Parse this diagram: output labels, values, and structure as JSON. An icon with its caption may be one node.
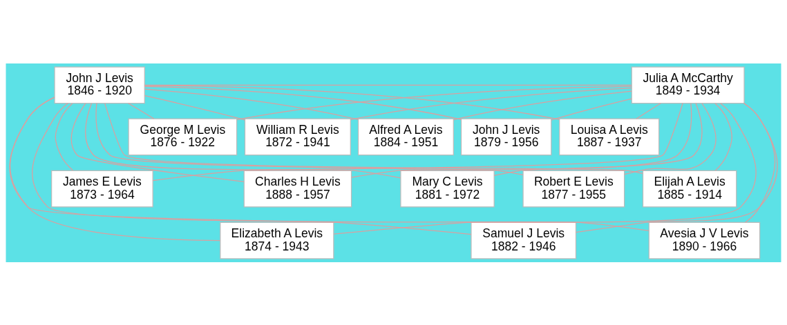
{
  "diagram": {
    "nodes": [
      {
        "text": [
          "John J Levis",
          "1846 - 1920"
        ]
      },
      {
        "text": [
          "Julia A McCarthy",
          "1849 - 1934"
        ]
      },
      {
        "text": [
          "William R Levis",
          "1872 - 1941"
        ]
      },
      {
        "text": [
          "James E Levis",
          "1873 - 1964"
        ]
      },
      {
        "text": [
          "Elizabeth A Levis",
          "1874 - 1943"
        ]
      },
      {
        "text": [
          "George M Levis",
          "1876 - 1922"
        ]
      },
      {
        "text": [
          "Robert E Levis",
          "1877 - 1955"
        ]
      },
      {
        "text": [
          "John J Levis",
          "1879 - 1956"
        ]
      },
      {
        "text": [
          "Mary C Levis",
          "1881 - 1972"
        ]
      },
      {
        "text": [
          "Samuel J Levis",
          "1882 - 1946"
        ]
      },
      {
        "text": [
          "Alfred A Levis",
          "1884 - 1951"
        ]
      },
      {
        "text": [
          "Elijah A Levis",
          "1885 - 1914"
        ]
      },
      {
        "text": [
          "Louisa A Levis",
          "1887 - 1937"
        ]
      },
      {
        "text": [
          "Charles H Levis",
          "1888 - 1957"
        ]
      },
      {
        "text": [
          "Avesia J V Levis",
          "1890 - 1966"
        ]
      }
    ],
    "edges": [
      {
        "from": 0,
        "to": 1,
        "arrow": "none"
      },
      {
        "from": 0,
        "to": 2,
        "arrow": "none"
      },
      {
        "from": 1,
        "to": 2,
        "arrow": "none"
      },
      {
        "from": 0,
        "to": 3,
        "arrow": "none"
      },
      {
        "from": 1,
        "to": 3,
        "arrow": "none"
      },
      {
        "from": 0,
        "to": 4,
        "arrow": "none"
      },
      {
        "from": 1,
        "to": 4,
        "arrow": "none"
      },
      {
        "from": 0,
        "to": 5,
        "arrow": "none"
      },
      {
        "from": 1,
        "to": 5,
        "arrow": "none"
      },
      {
        "from": 0,
        "to": 6,
        "arrow": "none"
      },
      {
        "from": 1,
        "to": 6,
        "arrow": "none"
      },
      {
        "from": 0,
        "to": 7,
        "arrow": "none"
      },
      {
        "from": 1,
        "to": 7,
        "arrow": "none"
      },
      {
        "from": 0,
        "to": 8,
        "arrow": "none"
      },
      {
        "from": 1,
        "to": 8,
        "arrow": "none"
      },
      {
        "from": 0,
        "to": 9,
        "arrow": "none"
      },
      {
        "from": 1,
        "to": 9,
        "arrow": "none"
      },
      {
        "from": 0,
        "to": 10,
        "arrow": "none"
      },
      {
        "from": 1,
        "to": 10,
        "arrow": "none"
      },
      {
        "from": 0,
        "to": 11,
        "arrow": "none"
      },
      {
        "from": 1,
        "to": 11,
        "arrow": "none"
      },
      {
        "from": 0,
        "to": 12,
        "arrow": "none"
      },
      {
        "from": 1,
        "to": 12,
        "arrow": "none"
      },
      {
        "from": 0,
        "to": 13,
        "arrow": "none"
      },
      {
        "from": 1,
        "to": 13,
        "arrow": "none"
      },
      {
        "from": 0,
        "to": 14,
        "arrow": "none"
      },
      {
        "from": 1,
        "to": 14,
        "arrow": "none"
      }
    ]
  }
}
